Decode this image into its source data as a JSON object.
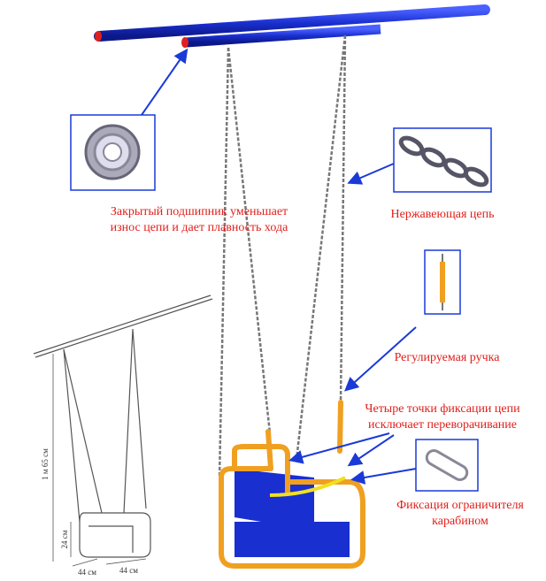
{
  "captions": {
    "bearing": [
      "Закрытый подшипник уменьшает",
      "износ цепи и дает плавность хода"
    ],
    "chain": "Нержавеющая цепь",
    "handle": "Регулируемая ручка",
    "fixation": [
      "Четыре точки фиксации цепи",
      "исключает переворачивание"
    ],
    "carabiner": [
      "Фиксация ограничителя",
      "карабином"
    ]
  },
  "dimensions": {
    "height": "1 м 65 см",
    "seat_height": "24 см",
    "depth": "44 см",
    "width": "44 см"
  },
  "colors": {
    "caption": "#e0201c",
    "bar": "#1a2fd0",
    "frame": "#f0a020",
    "arrow": "#1a3ad8"
  }
}
